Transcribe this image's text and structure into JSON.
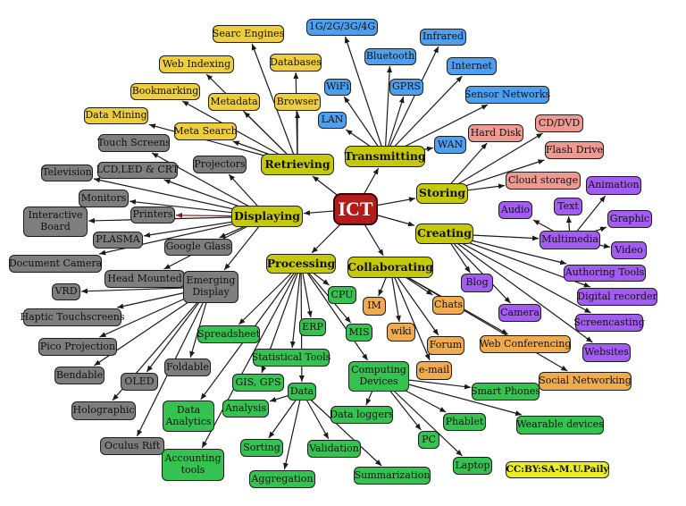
{
  "colors": {
    "center": "#b41c1c",
    "branch": "#c6c80a",
    "retrieving": "#efce3b",
    "transmitting": "#4d9ff0",
    "storing": "#ee9a92",
    "creating": "#a35cf0",
    "collaborating": "#f0ab4e",
    "processing": "#34c251",
    "displaying": "#7e7e7e",
    "credit": "#ecec22",
    "edge": "#1a1a1a",
    "edge_printers": "#8a1a1a"
  },
  "center": {
    "id": "ict",
    "label": "ICT"
  },
  "nodes": [
    {
      "id": "retrieving",
      "label": "Retrieving",
      "cls": "branch",
      "parent": "ict"
    },
    {
      "id": "transmitting",
      "label": "Transmitting",
      "cls": "branch",
      "parent": "ict"
    },
    {
      "id": "storing",
      "label": "Storing",
      "cls": "branch",
      "parent": "ict"
    },
    {
      "id": "creating",
      "label": "Creating",
      "cls": "branch",
      "parent": "ict"
    },
    {
      "id": "collaborating",
      "label": "Collaborating",
      "cls": "branch",
      "parent": "ict"
    },
    {
      "id": "processing",
      "label": "Processing",
      "cls": "branch",
      "parent": "ict"
    },
    {
      "id": "displaying",
      "label": "Displaying",
      "cls": "branch",
      "parent": "ict"
    },
    {
      "id": "searc-engines",
      "label": "Searc Engines",
      "cls": "retrieving",
      "parent": "retrieving"
    },
    {
      "id": "web-indexing",
      "label": "Web Indexing",
      "cls": "retrieving",
      "parent": "retrieving"
    },
    {
      "id": "databases",
      "label": "Databases",
      "cls": "retrieving",
      "parent": "retrieving"
    },
    {
      "id": "bookmarking",
      "label": "Bookmarking",
      "cls": "retrieving",
      "parent": "retrieving"
    },
    {
      "id": "metadata",
      "label": "Metadata",
      "cls": "retrieving",
      "parent": "retrieving"
    },
    {
      "id": "browser",
      "label": "Browser",
      "cls": "retrieving",
      "parent": "retrieving"
    },
    {
      "id": "data-mining",
      "label": "Data Mining",
      "cls": "retrieving",
      "parent": "retrieving"
    },
    {
      "id": "meta-search",
      "label": "Meta Search",
      "cls": "retrieving",
      "parent": "retrieving"
    },
    {
      "id": "1g-4g",
      "label": "1G/2G/3G/4G",
      "cls": "transmitting",
      "parent": "transmitting"
    },
    {
      "id": "infrared",
      "label": "Infrared",
      "cls": "transmitting",
      "parent": "transmitting"
    },
    {
      "id": "bluetooth",
      "label": "Bluetooth",
      "cls": "transmitting",
      "parent": "transmitting"
    },
    {
      "id": "internet",
      "label": "Internet",
      "cls": "transmitting",
      "parent": "transmitting"
    },
    {
      "id": "wifi",
      "label": "WiFi",
      "cls": "transmitting",
      "parent": "transmitting"
    },
    {
      "id": "gprs",
      "label": "GPRS",
      "cls": "transmitting",
      "parent": "transmitting"
    },
    {
      "id": "sensor-networks",
      "label": "Sensor Networks",
      "cls": "transmitting",
      "parent": "transmitting"
    },
    {
      "id": "lan",
      "label": "LAN",
      "cls": "transmitting",
      "parent": "transmitting"
    },
    {
      "id": "wan",
      "label": "WAN",
      "cls": "transmitting",
      "parent": "transmitting"
    },
    {
      "id": "hard-disk",
      "label": "Hard Disk",
      "cls": "storing",
      "parent": "storing"
    },
    {
      "id": "cd-dvd",
      "label": "CD/DVD",
      "cls": "storing",
      "parent": "storing"
    },
    {
      "id": "flash-drive",
      "label": "Flash Drive",
      "cls": "storing",
      "parent": "storing"
    },
    {
      "id": "cloud-storage",
      "label": "Cloud storage",
      "cls": "storing",
      "parent": "storing"
    },
    {
      "id": "multimedia",
      "label": "Multimedia",
      "cls": "creating",
      "parent": "creating"
    },
    {
      "id": "animation",
      "label": "Animation",
      "cls": "creating",
      "parent": "multimedia"
    },
    {
      "id": "audio",
      "label": "Audio",
      "cls": "creating",
      "parent": "multimedia"
    },
    {
      "id": "text",
      "label": "Text",
      "cls": "creating",
      "parent": "multimedia"
    },
    {
      "id": "graphic",
      "label": "Graphic",
      "cls": "creating",
      "parent": "multimedia"
    },
    {
      "id": "video",
      "label": "Video",
      "cls": "creating",
      "parent": "multimedia"
    },
    {
      "id": "authoring-tools",
      "label": "Authoring Tools",
      "cls": "creating",
      "parent": "creating"
    },
    {
      "id": "digital-recorder",
      "label": "Digital recorder",
      "cls": "creating",
      "parent": "creating"
    },
    {
      "id": "screencasting",
      "label": "Screencasting",
      "cls": "creating",
      "parent": "creating"
    },
    {
      "id": "websites",
      "label": "Websites",
      "cls": "creating",
      "parent": "creating"
    },
    {
      "id": "blog",
      "label": "Blog",
      "cls": "creating",
      "parent": "creating"
    },
    {
      "id": "camera",
      "label": "Camera",
      "cls": "creating",
      "parent": "creating"
    },
    {
      "id": "im",
      "label": "IM",
      "cls": "collaborating",
      "parent": "collaborating"
    },
    {
      "id": "chats",
      "label": "Chats",
      "cls": "collaborating",
      "parent": "collaborating"
    },
    {
      "id": "wiki",
      "label": "wiki",
      "cls": "collaborating",
      "parent": "collaborating"
    },
    {
      "id": "forum",
      "label": "Forum",
      "cls": "collaborating",
      "parent": "collaborating"
    },
    {
      "id": "e-mail",
      "label": "e-mail",
      "cls": "collaborating",
      "parent": "collaborating"
    },
    {
      "id": "web-conferencing",
      "label": "Web Conferencing",
      "cls": "collaborating",
      "parent": "collaborating"
    },
    {
      "id": "social-networking",
      "label": "Social Networking",
      "cls": "collaborating",
      "parent": "collaborating"
    },
    {
      "id": "cpu",
      "label": "CPU",
      "cls": "processing",
      "parent": "processing"
    },
    {
      "id": "erp",
      "label": "ERP",
      "cls": "processing",
      "parent": "processing"
    },
    {
      "id": "mis",
      "label": "MIS",
      "cls": "processing",
      "parent": "processing"
    },
    {
      "id": "spreadsheet",
      "label": "Spreadsheet",
      "cls": "processing",
      "parent": "processing"
    },
    {
      "id": "statistical-tools",
      "label": "Statistical Tools",
      "cls": "processing",
      "parent": "processing"
    },
    {
      "id": "gis-gps",
      "label": "GIS, GPS",
      "cls": "processing",
      "parent": "processing"
    },
    {
      "id": "data",
      "label": "Data",
      "cls": "processing",
      "parent": "processing"
    },
    {
      "id": "computing-devices",
      "label": "Computing Devices",
      "cls": "processing",
      "parent": "processing",
      "wrap": true
    },
    {
      "id": "data-analytics",
      "label": "Data Analytics",
      "cls": "processing",
      "parent": "processing",
      "wrap": true
    },
    {
      "id": "accounting-tools",
      "label": "Accounting tools",
      "cls": "processing",
      "parent": "processing",
      "wrap": true
    },
    {
      "id": "analysis",
      "label": "Analysis",
      "cls": "processing",
      "parent": "data"
    },
    {
      "id": "sorting",
      "label": "Sorting",
      "cls": "processing",
      "parent": "data"
    },
    {
      "id": "validation",
      "label": "Validation",
      "cls": "processing",
      "parent": "data"
    },
    {
      "id": "aggregation",
      "label": "Aggregation",
      "cls": "processing",
      "parent": "data"
    },
    {
      "id": "summarization",
      "label": "Summarization",
      "cls": "processing",
      "parent": "data"
    },
    {
      "id": "data-loggers",
      "label": "Data loggers",
      "cls": "processing",
      "parent": "computing-devices"
    },
    {
      "id": "smart-phones",
      "label": "Smart Phones",
      "cls": "processing",
      "parent": "computing-devices"
    },
    {
      "id": "phablet",
      "label": "Phablet",
      "cls": "processing",
      "parent": "computing-devices"
    },
    {
      "id": "pc",
      "label": "PC",
      "cls": "processing",
      "parent": "computing-devices"
    },
    {
      "id": "laptop",
      "label": "Laptop",
      "cls": "processing",
      "parent": "computing-devices"
    },
    {
      "id": "wearable-devices",
      "label": "Wearable devices",
      "cls": "processing",
      "parent": "computing-devices"
    },
    {
      "id": "touch-screens",
      "label": "Touch Screens",
      "cls": "displaying",
      "parent": "displaying"
    },
    {
      "id": "projectors",
      "label": "Projectors",
      "cls": "displaying",
      "parent": "displaying"
    },
    {
      "id": "television",
      "label": "Television",
      "cls": "displaying",
      "parent": "displaying"
    },
    {
      "id": "lcd-led-crt",
      "label": "LCD,LED & CRT",
      "cls": "displaying",
      "parent": "displaying"
    },
    {
      "id": "monitors",
      "label": "Monitors",
      "cls": "displaying",
      "parent": "displaying"
    },
    {
      "id": "printers",
      "label": "Printers",
      "cls": "displaying",
      "parent": "displaying",
      "edge": "edge_printers"
    },
    {
      "id": "interactive-board",
      "label": "Interactive Board",
      "cls": "displaying",
      "parent": "displaying",
      "wrap": true
    },
    {
      "id": "plasma",
      "label": "PLASMA",
      "cls": "displaying",
      "parent": "displaying"
    },
    {
      "id": "google-glass",
      "label": "Google Glass",
      "cls": "displaying",
      "parent": "displaying"
    },
    {
      "id": "document-camera",
      "label": "Document Camera",
      "cls": "displaying",
      "parent": "displaying"
    },
    {
      "id": "head-mounted",
      "label": "Head Mounted",
      "cls": "displaying",
      "parent": "displaying"
    },
    {
      "id": "emerging-display",
      "label": "Emerging Display",
      "cls": "displaying",
      "parent": "displaying",
      "wrap": true
    },
    {
      "id": "vrd",
      "label": "VRD",
      "cls": "displaying",
      "parent": "emerging-display"
    },
    {
      "id": "haptic-touchscreens",
      "label": "Haptic Touchscreens",
      "cls": "displaying",
      "parent": "emerging-display"
    },
    {
      "id": "pico-projection",
      "label": "Pico Projection",
      "cls": "displaying",
      "parent": "emerging-display"
    },
    {
      "id": "bendable",
      "label": "Bendable",
      "cls": "displaying",
      "parent": "emerging-display"
    },
    {
      "id": "oled",
      "label": "OLED",
      "cls": "displaying",
      "parent": "emerging-display"
    },
    {
      "id": "foldable",
      "label": "Foldable",
      "cls": "displaying",
      "parent": "emerging-display"
    },
    {
      "id": "holographic",
      "label": "Holographic",
      "cls": "displaying",
      "parent": "emerging-display"
    },
    {
      "id": "oculus-rift",
      "label": "Oculus Rift",
      "cls": "displaying",
      "parent": "emerging-display"
    }
  ],
  "credit": {
    "label": "CC:BY:SA-M.U.Paily"
  }
}
